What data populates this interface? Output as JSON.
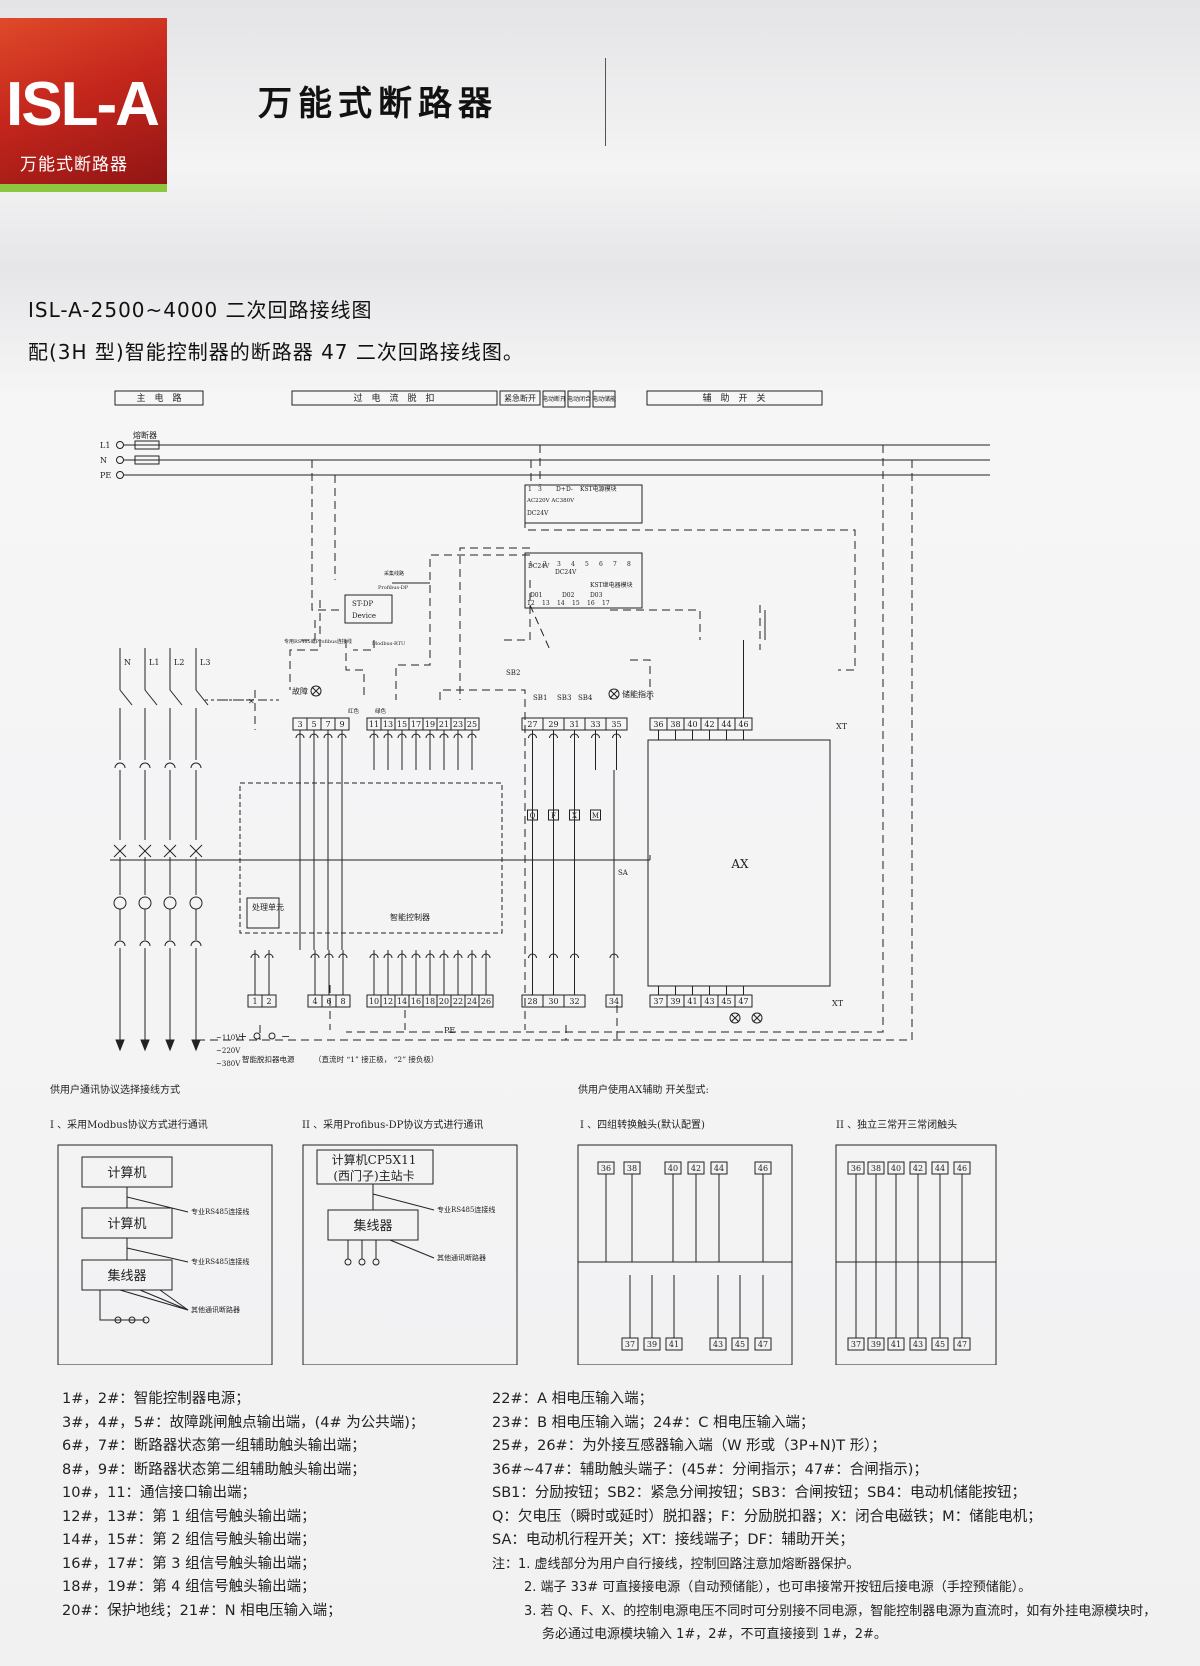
{
  "logo": {
    "big": "ISL-A",
    "sub": "万能式断路器"
  },
  "title": "万能式断路器",
  "heading1": "ISL-A-2500~4000 二次回路接线图",
  "heading2": "配(3H 型)智能控制器的断路器 47 二次回路接线图。",
  "header_boxes": [
    "主　电　路",
    "过　电　流　脱　扣",
    "紧急断开",
    "电动断开",
    "电动闭合",
    "电动储能",
    "辅　助　开　关"
  ],
  "main_labels": {
    "fuse": "熔断器",
    "l1": "L1",
    "n": "N",
    "pe": "PE",
    "power_module": "KST电源模块",
    "power_ac": "AC220V AC380V",
    "power_dc": "DC24V",
    "relay_module": "KST继电器模块",
    "relay_dc1": "DC24V",
    "relay_dc2": "DC24V",
    "relay_labels": [
      "D01",
      "D02",
      "D03"
    ],
    "st_dp": "ST-DP",
    "device": "Device",
    "collect_line": "采集线路",
    "profibus_dp": "Profibus-DP",
    "rs485": "专用RS485或Profibus连接线",
    "modbus": "Modbus-RTU",
    "pole_labels": [
      "N",
      "L1",
      "L2",
      "L3"
    ],
    "fault": "故障",
    "storage": "储能指示",
    "red": "红色",
    "green": "绿色",
    "sb": [
      "SB2",
      "SB1",
      "SB3",
      "SB4"
    ],
    "coils": [
      "Q",
      "F",
      "X",
      "M"
    ],
    "sa": "SA",
    "ax": "AX",
    "xt1": "XT",
    "xt2": "XT",
    "controller": "智能控制器",
    "process_unit": "处理单元",
    "pe_bottom": "PE",
    "voltages": [
      "~110V",
      "~220V",
      "~380V"
    ],
    "bottom_note1": "智能脱扣器电源",
    "bottom_note2": "（直流时 “1” 接正极， “2” 接负极）"
  },
  "top_terminals": {
    "a": [
      "3",
      "5",
      "7",
      "9"
    ],
    "b": [
      "11",
      "13",
      "15",
      "17",
      "19",
      "21",
      "23",
      "25"
    ],
    "c": [
      "27",
      "29",
      "31",
      "33",
      "35"
    ],
    "d": [
      "36",
      "38",
      "40",
      "42",
      "44",
      "46"
    ]
  },
  "bottom_terminals": {
    "a": [
      "1",
      "2"
    ],
    "b": [
      "4",
      "6",
      "8"
    ],
    "c": [
      "10",
      "12",
      "14",
      "16",
      "18",
      "20",
      "22",
      "24",
      "26"
    ],
    "d": [
      "28",
      "30",
      "32"
    ],
    "e": [
      "34"
    ],
    "f": [
      "37",
      "39",
      "41",
      "43",
      "45",
      "47"
    ]
  },
  "power_pins_top": [
    "1",
    "3",
    "D+",
    "D-"
  ],
  "relay_pins_top": [
    "1",
    "2",
    "3",
    "4",
    "5",
    "6",
    "7",
    "8"
  ],
  "relay_pins_bottom": [
    "12",
    "13",
    "14",
    "15",
    "16",
    "17"
  ],
  "comm": {
    "section_title": "供用户通讯协议选择接线方式",
    "modbus_title": "I 、采用Modbus协议方式进行通讯",
    "profibus_title": "II 、采用Profibus-DP协议方式进行通讯",
    "computer1": "计算机",
    "computer2": "计算机",
    "hub1": "集线器",
    "cp": "计算机CP5X11",
    "cp2": "(西门子)主站卡",
    "hub2": "集线器",
    "rs485a": "专业RS485连接线",
    "rs485b": "专业RS485连接线",
    "rs485c": "专业RS485连接线",
    "others1": "其他通讯断路器",
    "others2": "其他通讯断路器"
  },
  "ax_section": {
    "section_title": "供用户使用AX辅助 开关型式:",
    "type1_title": "I 、四组转换触头(默认配置)",
    "type2_title": "II 、独立三常开三常闭触头",
    "top1": [
      "36",
      "38",
      "40",
      "42",
      "44",
      "46"
    ],
    "bottom1": [
      "37",
      "39",
      "41",
      "43",
      "45",
      "47"
    ],
    "top2": [
      "36",
      "38",
      "40",
      "42",
      "44",
      "46"
    ],
    "bottom2": [
      "37",
      "39",
      "41",
      "43",
      "45",
      "47"
    ]
  },
  "legend_left": [
    "1#，2#：智能控制器电源；",
    "3#，4#，5#：故障跳闸触点输出端，(4# 为公共端)；",
    "6#，7#：断路器状态第一组辅助触头输出端；",
    "8#，9#：断路器状态第二组辅助触头输出端；",
    "10#，11：通信接口输出端；",
    "12#，13#：第 1 组信号触头输出端；",
    "14#，15#：第 2 组信号触头输出端；",
    "16#，17#：第 3 组信号触头输出端；",
    "18#，19#：第 4 组信号触头输出端；",
    "20#：保护地线；21#：N 相电压输入端；"
  ],
  "legend_right": [
    "22#：A 相电压输入端；",
    "23#：B 相电压输入端；24#：C 相电压输入端；",
    "25#，26#：为外接互感器输入端（W 形或（3P+N)T 形）；",
    "36#~47#：辅助触头端子：(45#：分闸指示；47#：合闸指示)；",
    "SB1：分励按钮；SB2：紧急分闸按钮；SB3：合闸按钮；SB4：电动机储能按钮；",
    "Q：欠电压（瞬时或延时）脱扣器；F：分励脱扣器；X：闭合电磁铁；M：储能电机；",
    "SA：电动机行程开关；XT：接线端子；DF：辅助开关；"
  ],
  "notes": {
    "label": "注：",
    "n1": "1. 虚线部分为用户自行接线，控制回路注意加熔断器保护。",
    "n2": "2. 端子 33# 可直接接电源（自动预储能），也可串接常开按钮后接电源（手控预储能）。",
    "n3": "3. 若 Q、F、X、的控制电源电压不同时可分别接不同电源，智能控制器电源为直流时，如有外挂电源模块时，",
    "n3b": "务必通过电源模块输入 1#，2#，不可直接接到 1#，2#。"
  }
}
